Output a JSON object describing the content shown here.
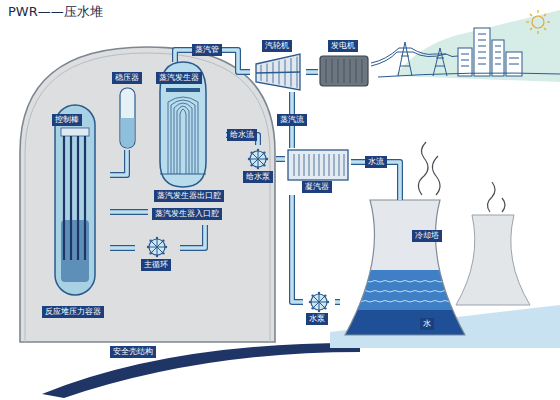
{
  "diagram": {
    "title": "PWR——压水堆",
    "nodes": [
      {
        "text": [
          "安全壳结构"
        ]
      },
      {
        "text": [
          "控制棒",
          "反应堆压力容器"
        ],
        "in": 0
      },
      {
        "text": [
          "稳压器"
        ],
        "in": 0
      },
      {
        "text": [
          "蒸汽发生器",
          "蒸汽发生器出口腔",
          "蒸汽发生器入口腔"
        ],
        "in": 0
      },
      {
        "text": [
          "主循环"
        ],
        "in": 0
      },
      {
        "text": [
          "给水泵"
        ],
        "in": 0
      },
      {
        "text": [
          "汽轮机"
        ]
      },
      {
        "text": [
          "发电机"
        ]
      },
      {
        "text": [
          "凝汽器"
        ]
      },
      {
        "text": [
          "冷却塔",
          "水"
        ]
      },
      {
        "text": [
          "水泵"
        ]
      }
    ],
    "edges": [
      {
        "from": 3,
        "to": 6,
        "arrow": "none",
        "label": "蒸汽管"
      },
      {
        "from": 6,
        "to": 7,
        "arrow": "none"
      },
      {
        "from": 6,
        "to": 8,
        "arrow": "none",
        "label": "蒸汽流"
      },
      {
        "from": 8,
        "to": 5,
        "arrow": "none"
      },
      {
        "from": 5,
        "to": 3,
        "arrow": "none",
        "label": "给水流"
      },
      {
        "from": 8,
        "to": 9,
        "arrow": "none",
        "label": "水流"
      },
      {
        "from": 9,
        "to": 10,
        "arrow": "none"
      },
      {
        "from": 10,
        "to": 8,
        "arrow": "none"
      },
      {
        "from": 1,
        "to": 3,
        "arrow": "none"
      },
      {
        "from": 3,
        "to": 4,
        "arrow": "none"
      },
      {
        "from": 4,
        "to": 1,
        "arrow": "none"
      },
      {
        "from": 2,
        "to": 1,
        "arrow": "none"
      }
    ]
  }
}
